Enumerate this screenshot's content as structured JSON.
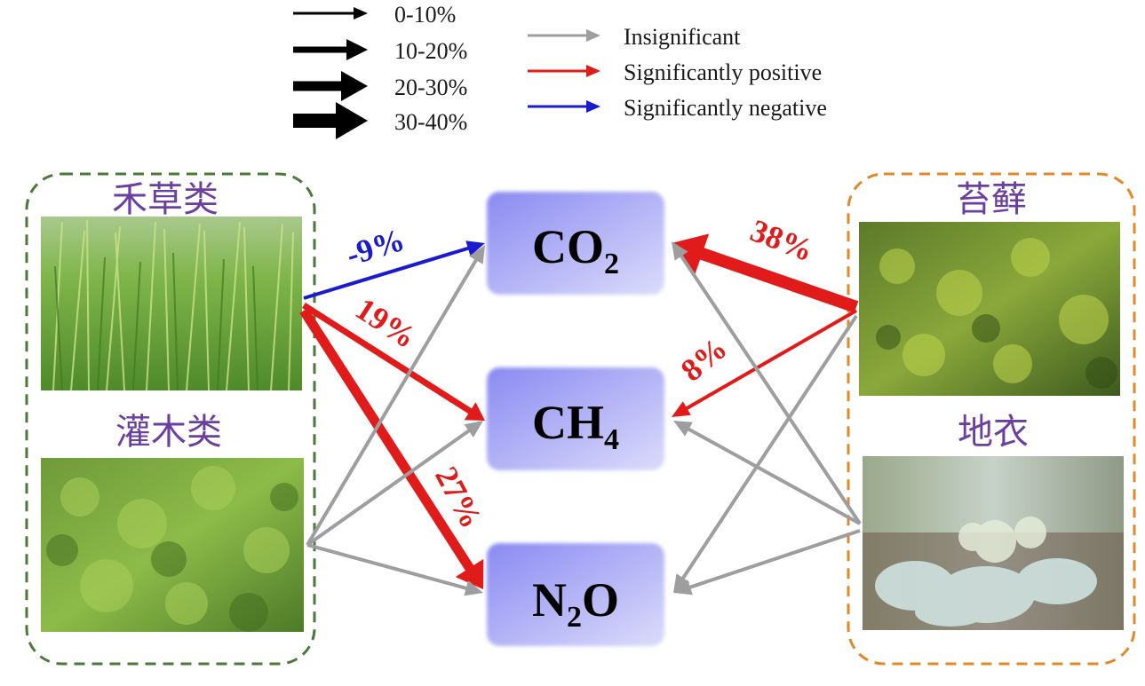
{
  "legend": {
    "widths": [
      {
        "label": "0-10%"
      },
      {
        "label": "10-20%"
      },
      {
        "label": "20-30%"
      },
      {
        "label": "30-40%"
      }
    ],
    "effects": [
      {
        "label": "Insignificant",
        "color": "#9e9e9e"
      },
      {
        "label": "Significantly positive",
        "color": "#e11a1a"
      },
      {
        "label": "Significantly negative",
        "color": "#1a1ad0"
      }
    ]
  },
  "groups": {
    "grass": {
      "label": "禾草类"
    },
    "shrub": {
      "label": "灌木类"
    },
    "moss": {
      "label": "苔藓"
    },
    "lichen": {
      "label": "地衣"
    }
  },
  "gases": {
    "co2": {
      "main": "CO",
      "sub": "2",
      "tail": ""
    },
    "ch4": {
      "main": "CH",
      "sub": "4",
      "tail": ""
    },
    "n2o": {
      "main": "N",
      "sub": "2",
      "tail": "O"
    }
  },
  "effects": {
    "grass_co2": "-9%",
    "grass_ch4": "19%",
    "grass_n2o": "27%",
    "moss_co2": "38%",
    "moss_ch4": "8%"
  },
  "colors": {
    "insignificant": "#9e9e9e",
    "positive": "#e11a1a",
    "negative": "#1a1ad0",
    "label": "#6b3fa0",
    "left_box": "#4a7a3a",
    "right_box": "#e0882a"
  }
}
